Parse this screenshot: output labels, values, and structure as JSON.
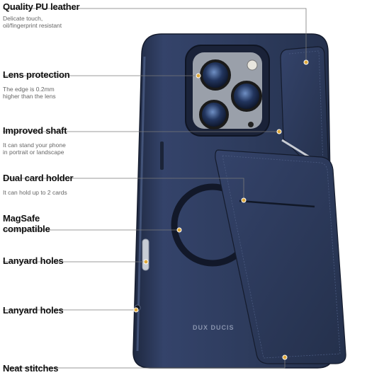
{
  "features": {
    "leather": {
      "title": "Quality PU leather",
      "desc_lines": [
        "Delicate touch,",
        "oil/fingerprint resistant"
      ]
    },
    "lens": {
      "title": "Lens protection",
      "desc_lines": [
        "The edge is 0.2mm",
        "higher than the lens"
      ]
    },
    "shaft": {
      "title": "Improved shaft",
      "desc_lines": [
        "It can stand your phone",
        "in portrait or landscape"
      ]
    },
    "card": {
      "title": "Dual card holder",
      "desc_lines": [
        "It can hold up to 2 cards"
      ]
    },
    "magsafe": {
      "title_lines": [
        "MagSafe",
        "compatible"
      ]
    },
    "lanyard1": {
      "title": "Lanyard holes"
    },
    "lanyard2": {
      "title": "Lanyard holes"
    },
    "stitches": {
      "title": "Neat stitches"
    }
  },
  "product": {
    "brand": "DUX DUCIS"
  },
  "colors": {
    "case_navy": "#2c3a57",
    "case_dark": "#1f2a42",
    "callout_line": "#7a7a7a",
    "callout_dot": "#e0a93a"
  }
}
